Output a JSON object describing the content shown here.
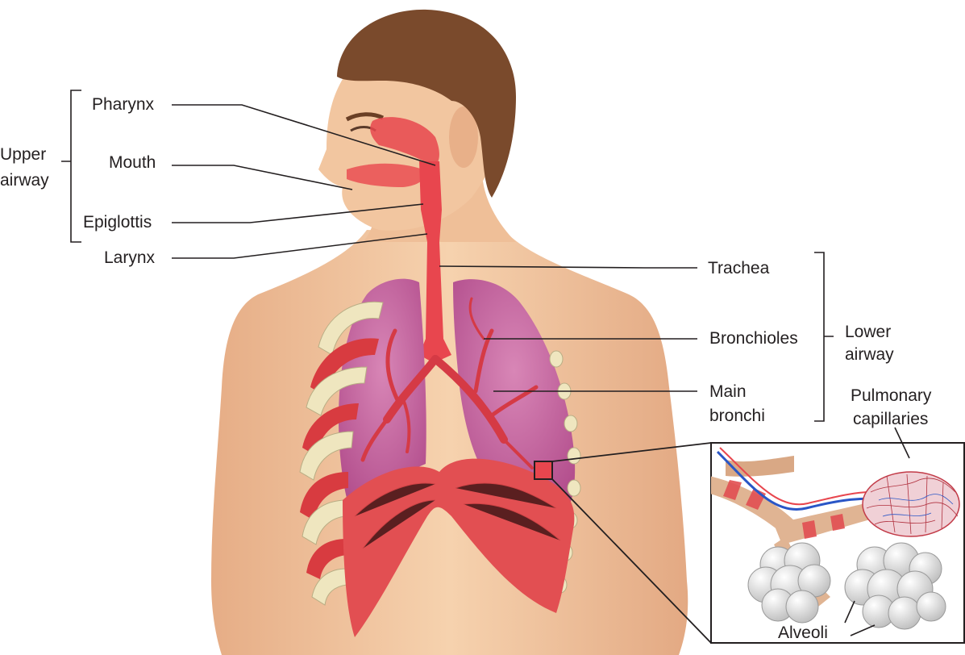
{
  "labels": {
    "upper_airway": [
      "Upper",
      "airway"
    ],
    "pharynx": "Pharynx",
    "mouth": "Mouth",
    "epiglottis": "Epiglottis",
    "larynx": "Larynx",
    "trachea": "Trachea",
    "bronchioles": "Bronchioles",
    "main_bronchi": [
      "Main",
      "bronchi"
    ],
    "lower_airway": [
      "Lower",
      "airway"
    ],
    "pulmonary_capillaries": [
      "Pulmonary",
      "capillaries"
    ],
    "alveoli": "Alveoli"
  },
  "colors": {
    "skin": "#f2c6a0",
    "skin_shadow": "#e0a67e",
    "hair": "#7a4a2c",
    "airway": "#e8464e",
    "lung": "#c25f9a",
    "diaphragm": "#e24f52",
    "rib_bone": "#efe6bf",
    "rib_muscle": "#d83b40",
    "alveoli": "#e6e6e6",
    "vein_blue": "#2a56c6"
  }
}
